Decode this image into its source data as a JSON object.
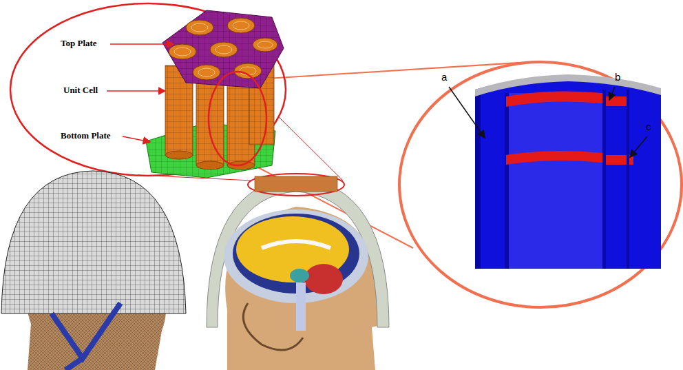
{
  "diagram": {
    "labels": [
      "Top Plate",
      "Unit Cell",
      "Bottom Plate",
      "a",
      "b",
      "c"
    ]
  }
}
